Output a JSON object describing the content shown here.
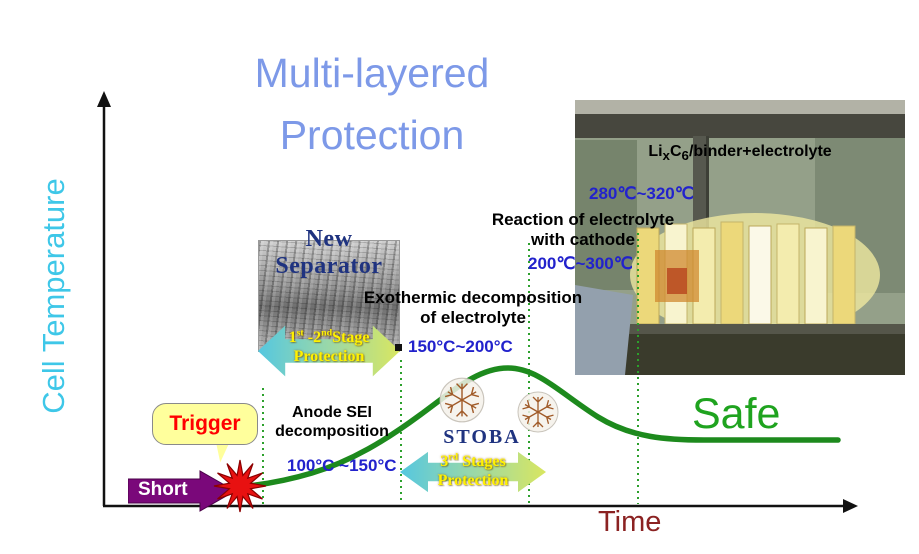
{
  "title": {
    "line1": "Multi-layered",
    "line2": "Protection"
  },
  "axes": {
    "y_label": "Cell Temperature",
    "x_label": "Time"
  },
  "trigger": {
    "label": "Trigger"
  },
  "short": {
    "label": "Short"
  },
  "safe": {
    "label": "Safe"
  },
  "anode": {
    "line1": "Anode SEI",
    "line2": "decomposition",
    "temp": "100°C ~150°C"
  },
  "separator": {
    "line1": "New",
    "line2": "Separator"
  },
  "stage12": {
    "seg1": "1",
    "sup1": "st",
    "seg2": " -2",
    "sup2": "nd",
    "seg3": "Stage",
    "line2": "Protection"
  },
  "exothermic": {
    "line1": "Exothermic decomposition",
    "line2": "of electrolyte",
    "temp": "150°C~200°C"
  },
  "cathode": {
    "line1": "Reaction of electrolyte",
    "line2": "with cathode",
    "temp": "200℃~300℃"
  },
  "anode_photo": {
    "seg1": "Li",
    "sub1": "x",
    "seg2": "C",
    "sub2": "6",
    "seg3": "/binder+electrolyte",
    "temp": "280℃~320℃"
  },
  "stoba": {
    "label": "STOBA",
    "seg1": "3",
    "sup1": "rd",
    "seg2": " Stages",
    "line2": "Protection"
  },
  "colors": {
    "title_blue": "#7D99E8",
    "y_label_cyan": "#3EC7E8",
    "x_label_darkred": "#8B2222",
    "temp_blue": "#2222CC",
    "navy": "#1F3380",
    "curve_green": "#1d8a1d",
    "safe_green": "#1FA31F",
    "trigger_red": "#FF0000",
    "bubble_yellow": "#FFFF9C",
    "arrow_purple": "#7A087A",
    "starburst_red": "#E81111",
    "gradient_arrow_cyan": "#55C7E0",
    "gradient_arrow_yellow": "#D9E660",
    "protection_yellow": "#FFF200"
  }
}
